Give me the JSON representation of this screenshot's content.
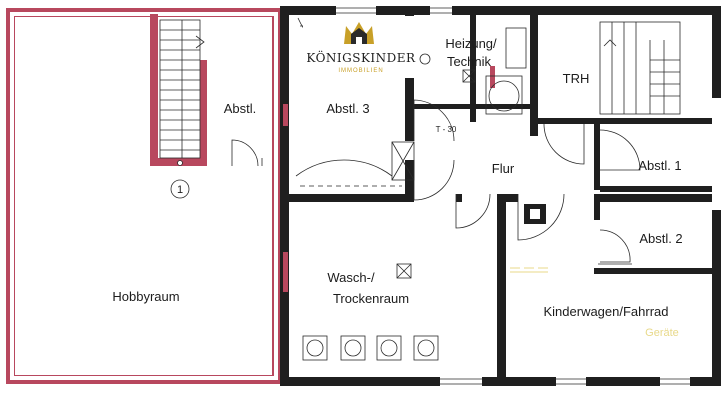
{
  "logo": {
    "name": "KÖNIGSKINDER",
    "sub": "IMMOBILIEN",
    "gold": "#c8a028"
  },
  "rooms": {
    "hobbyraum": "Hobbyraum",
    "abstl_left": "Abstl.",
    "abstl_3": "Abstl. 3",
    "heizung": "Heizung/",
    "technik": "Technik",
    "trh": "TRH",
    "flur": "Flur",
    "abstl_1": "Abstl. 1",
    "abstl_2": "Abstl. 2",
    "wasch": "Wasch-/",
    "trockenraum": "Trockenraum",
    "kinderwagen": "Kinderwagen/Fahrrad",
    "geraete": "Geräte"
  },
  "markers": {
    "circle_number": "1",
    "door_code": "T - 30"
  },
  "colors": {
    "wall": "#1f1f1f",
    "accent_wall": "#b8485e",
    "background": "#ffffff"
  }
}
